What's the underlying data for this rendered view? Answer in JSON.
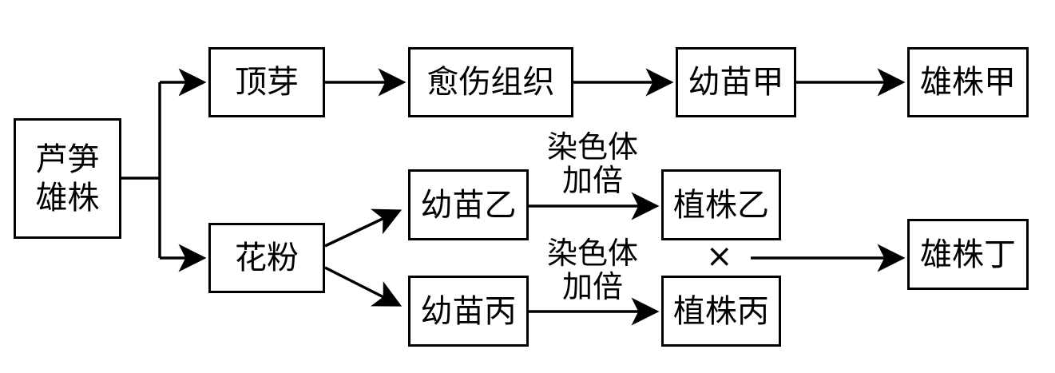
{
  "nodes": {
    "asparagus_male": "芦笋\n雄株",
    "apical_bud": "顶芽",
    "callus": "愈伤组织",
    "seedling_jia": "幼苗甲",
    "male_jia": "雄株甲",
    "pollen": "花粉",
    "seedling_yi": "幼苗乙",
    "plant_yi": "植株乙",
    "seedling_bing": "幼苗丙",
    "plant_bing": "植株丙",
    "male_ding": "雄株丁"
  },
  "labels": {
    "doubling_upper": "染色体\n加倍",
    "doubling_lower": "染色体\n加倍",
    "cross_symbol": "×"
  }
}
